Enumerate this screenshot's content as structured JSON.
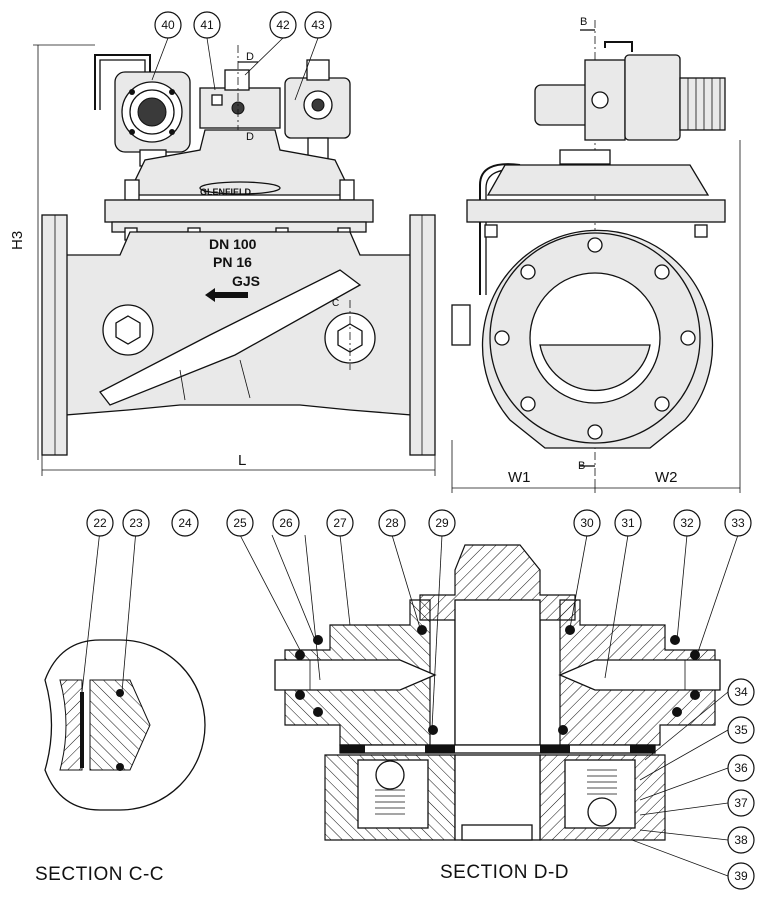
{
  "callouts_top": [
    "40",
    "41",
    "42",
    "43"
  ],
  "callouts_section": [
    "22",
    "23",
    "24",
    "25",
    "26",
    "27",
    "28",
    "29",
    "30",
    "31",
    "32",
    "33",
    "34",
    "35",
    "36",
    "37",
    "38",
    "39"
  ],
  "dimensions": {
    "height": "H3",
    "length": "L",
    "width_left": "W1",
    "width_right": "W2"
  },
  "cut_marks": {
    "section_b": "B",
    "section_c": "C",
    "section_d": "D"
  },
  "body_markings": {
    "size": "DN 100",
    "pressure": "PN 16",
    "material": "GJS",
    "brand": "GLENFIELD"
  },
  "section_titles": {
    "left": "SECTION C-C",
    "right": "SECTION D-D"
  }
}
